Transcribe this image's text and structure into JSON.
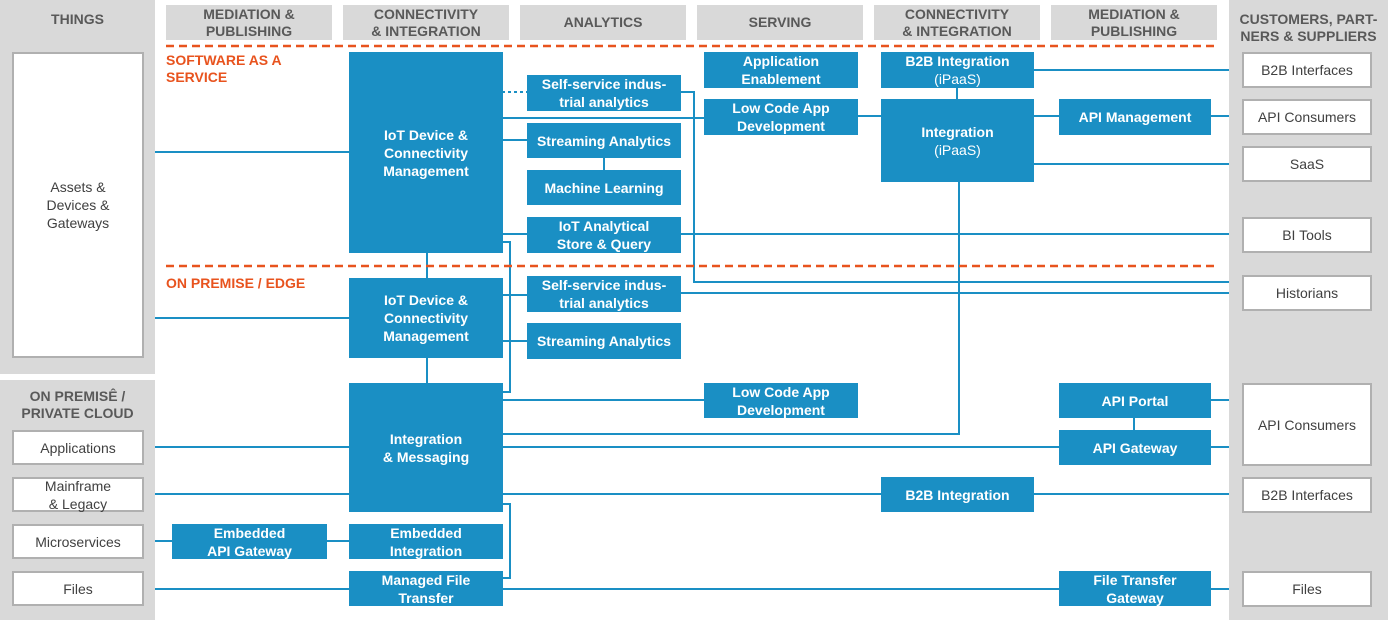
{
  "headers": {
    "things": "THINGS",
    "mediation1": "MEDIATION &\nPUBLISHING",
    "connectivity1": "CONNECTIVITY\n& INTEGRATION",
    "analytics": "ANALYTICS",
    "serving": "SERVING",
    "connectivity2": "CONNECTIVITY\n& INTEGRATION",
    "mediation2": "MEDIATION &\nPUBLISHING",
    "customers": "CUSTOMERS, PART-\nNERS & SUPPLIERS",
    "onprem_cloud": "ON PREMISÊ /\nPRIVATE CLOUD"
  },
  "section_labels": {
    "saas": "SOFTWARE AS A\nSERVICE",
    "onprem": "ON PREMISE / EDGE"
  },
  "left": {
    "assets": "Assets &\nDevices &\nGateways",
    "applications": "Applications",
    "mainframe": "Mainframe\n& Legacy",
    "microservices": "Microservices",
    "files": "Files"
  },
  "right": {
    "b2b_top": "B2B Interfaces",
    "api_consumers_top": "API Consumers",
    "saas": "SaaS",
    "bi_tools": "BI Tools",
    "historians": "Historians",
    "api_consumers_bottom": "API Consumers",
    "b2b_bottom": "B2B Interfaces",
    "files": "Files"
  },
  "saas": {
    "iot_device": "IoT Device  &\nConnectivity\nManagement",
    "self_service": "Self-service indus-\ntrial analytics",
    "streaming": "Streaming Analytics",
    "ml": "Machine Learning",
    "iot_store": "IoT Analytical\nStore & Query",
    "app_enablement": "Application\nEnablement",
    "low_code": "Low Code App\nDevelopment",
    "b2b_title": "B2B Integration",
    "b2b_sub": "(iPaaS)",
    "integration_title": "Integration",
    "integration_sub": "(iPaaS)",
    "api_mgmt": "API Management"
  },
  "onprem": {
    "iot_device": "IoT Device &\nConnectivity\nManagement",
    "self_service": "Self-service indus-\ntrial analytics",
    "streaming": "Streaming Analytics",
    "integration_messaging": "Integration\n& Messaging",
    "low_code": "Low Code App\nDevelopment",
    "api_portal": "API Portal",
    "api_gateway": "API Gateway",
    "b2b": "B2B Integration",
    "embedded_api_gw": "Embedded\nAPI Gateway",
    "embedded_integration": "Embedded\nIntegration",
    "mft": "Managed File\nTransfer",
    "ftg": "File Transfer\nGateway"
  },
  "colors": {
    "blue": "#1a8fc4",
    "orange": "#e8531e",
    "grey": "#d9d9d9"
  }
}
